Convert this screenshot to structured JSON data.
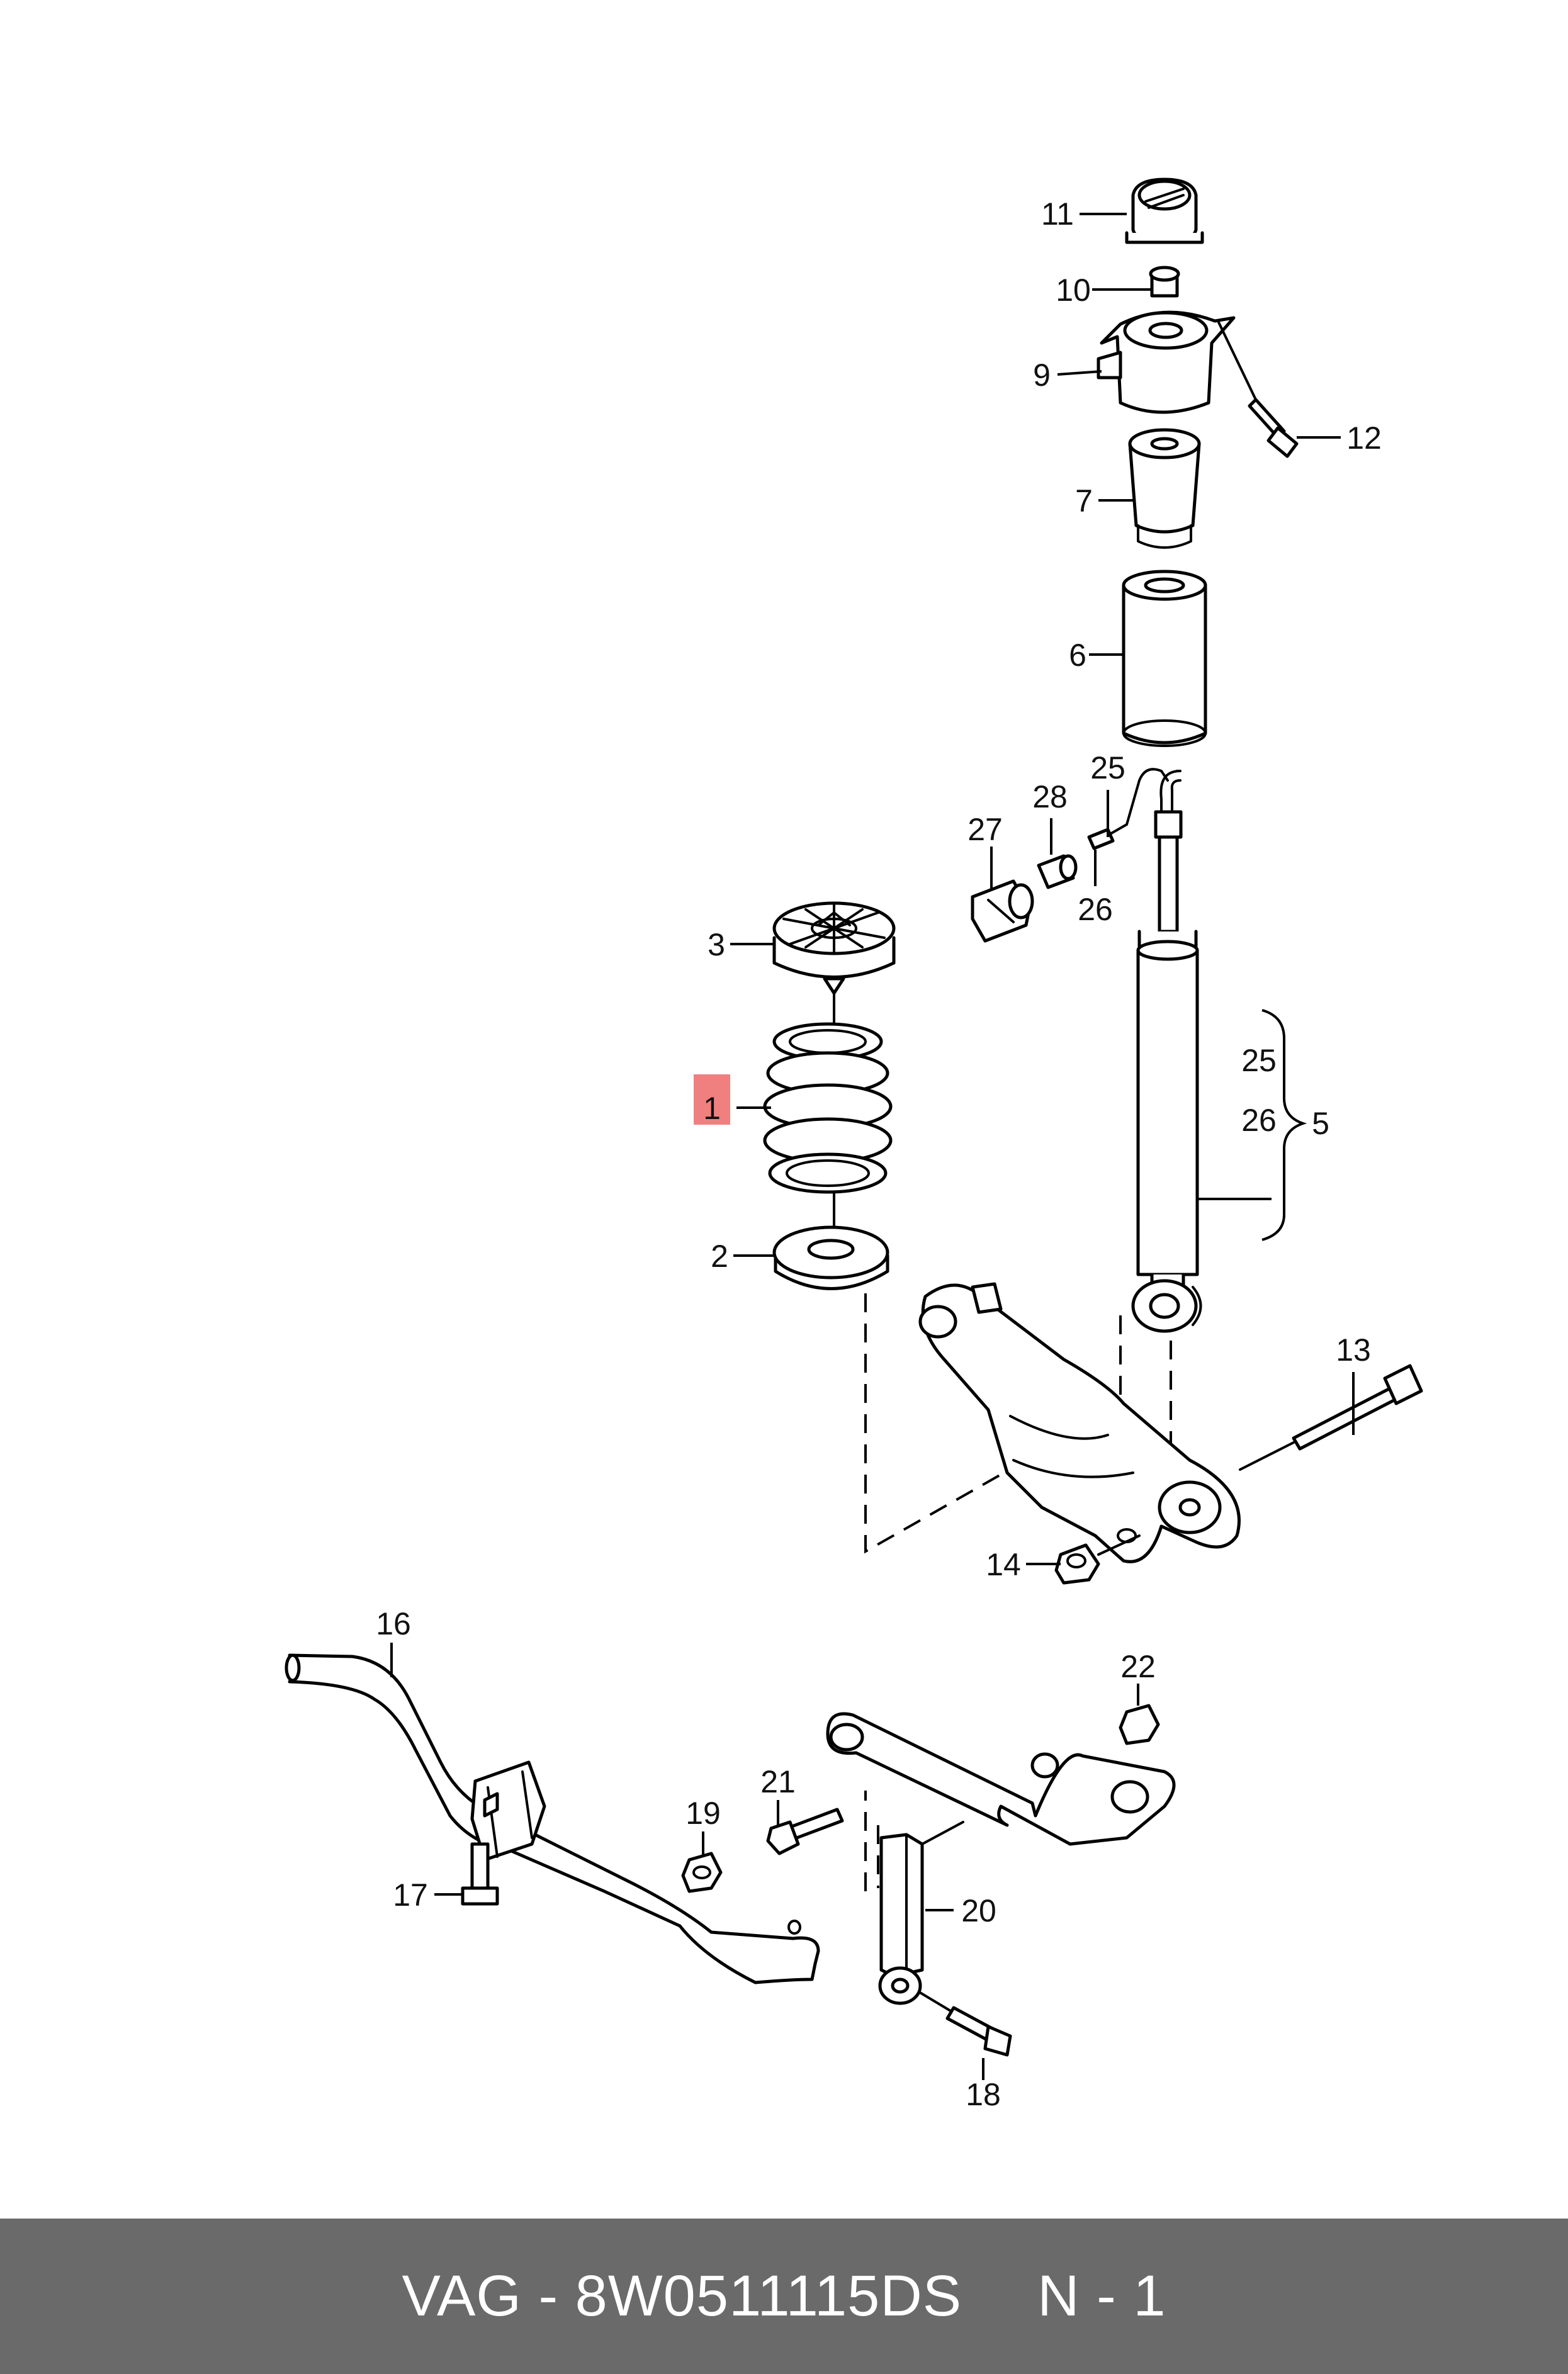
{
  "diagram": {
    "highlighted_part": "1",
    "highlight_color": "#f08080",
    "callouts": {
      "c1": "1",
      "c2": "2",
      "c3": "3",
      "c5": "5",
      "c6": "6",
      "c7": "7",
      "c9": "9",
      "c10": "10",
      "c11": "11",
      "c12": "12",
      "c13": "13",
      "c14": "14",
      "c16": "16",
      "c17": "17",
      "c18": "18",
      "c19": "19",
      "c20": "20",
      "c21": "21",
      "c22": "22",
      "c25a": "25",
      "c26a": "26",
      "c25b": "25",
      "c26b": "26",
      "c27": "27",
      "c28": "28"
    }
  },
  "footer": {
    "part_label": "VAG - 8W0511115DS",
    "quantity_label": "N - 1",
    "background": "#6a6a6a"
  }
}
